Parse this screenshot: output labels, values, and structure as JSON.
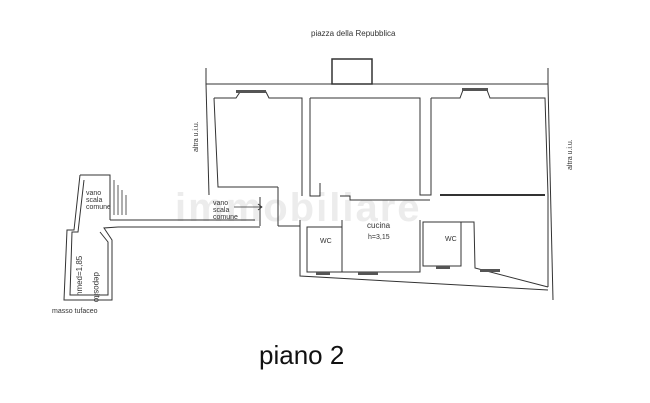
{
  "plan": {
    "title": "piano 2",
    "street_top": "piazza della Repubblica",
    "side_left": "altra u.i.u.",
    "side_right": "altra u.i.u.",
    "watermark": "immobiliare",
    "rooms": {
      "stair_left": [
        "vano",
        "scala",
        "comune"
      ],
      "stair_center": [
        "vano",
        "scala",
        "comune"
      ],
      "kitchen": "cucina",
      "kitchen_height": "h=3,15",
      "wc_left": "WC",
      "wc_right": "WC",
      "storage_height": "hmed=1,85",
      "storage": "deposito",
      "rock": "masso tufaceo"
    },
    "colors": {
      "wall": "#333333",
      "window": "#555555",
      "background": "#ffffff"
    }
  }
}
